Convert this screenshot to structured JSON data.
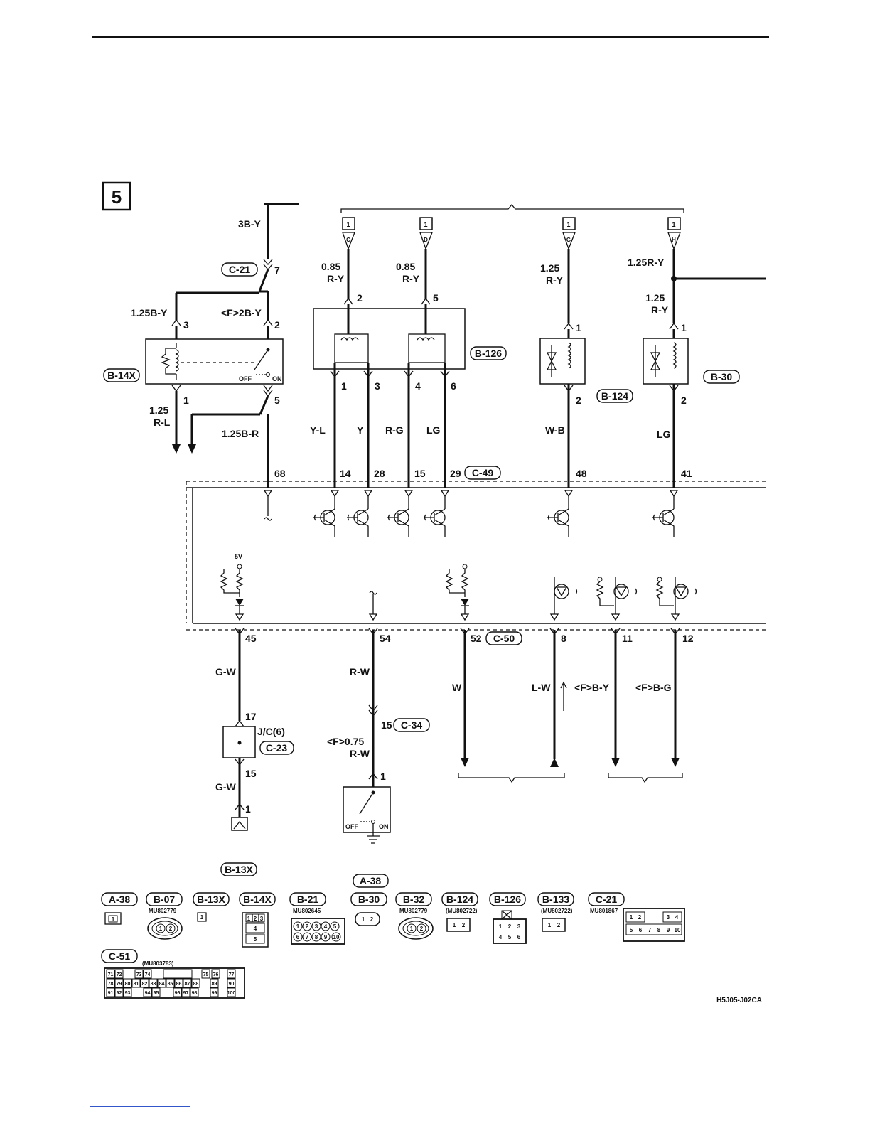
{
  "section_number": "5",
  "supply": {
    "wire_top": "3B-Y",
    "c21_connector": "C-21",
    "c21_pin_top": "7",
    "wire_f": "<F>2B-Y",
    "pin2": "2",
    "wire_125by": "1.25B-Y",
    "pin3": "3",
    "switch_connector": "B-14X",
    "off_label": "OFF",
    "on_label": "ON",
    "pin1": "1",
    "pin5": "5",
    "wire_125_rl": "1.25\nR-L",
    "wire_125br": "1.25B-R"
  },
  "connectors_top": [
    {
      "num": "1",
      "letter": "C",
      "gauge": "0.85",
      "color": "R-Y",
      "pin": "2"
    },
    {
      "num": "1",
      "letter": "D",
      "gauge": "0.85",
      "color": "R-Y",
      "pin": "5"
    },
    {
      "num": "1",
      "letter": "G",
      "gauge": "1.25",
      "color": "R-Y",
      "pin": "1"
    },
    {
      "num": "1",
      "letter": "H",
      "gauge_top": "1.25R-Y",
      "gauge": "1.25",
      "color": "R-Y",
      "pin": "1"
    }
  ],
  "relay_block": {
    "connector": "B-126",
    "pins": [
      "1",
      "3",
      "4",
      "6"
    ],
    "wires": [
      "Y-L",
      "Y",
      "R-G",
      "LG"
    ],
    "ecu_pins": [
      "14",
      "28",
      "15",
      "29"
    ]
  },
  "valve_b124": {
    "connector": "B-124",
    "pin_out": "2",
    "wire": "W-B",
    "ecu_pin": "48"
  },
  "valve_b30": {
    "connector": "B-30",
    "pin_out": "2",
    "wire": "LG",
    "ecu_pin": "41"
  },
  "ecu": {
    "connector_c49": "C-49",
    "pin68": "68",
    "five_volt": "5V",
    "connector_c50": "C-50",
    "lower_pins": [
      "45",
      "54",
      "52",
      "8",
      "11",
      "12"
    ]
  },
  "lower": {
    "gw1": "G-W",
    "jc_label": "J/C(6)",
    "c23": "C-23",
    "pin17": "17",
    "pin15": "15",
    "gw2": "G-W",
    "pin1": "1",
    "rw1": "R-W",
    "pin15b": "15",
    "c34": "C-34",
    "f075": "<F>0.75",
    "rw2": "R-W",
    "pin1b": "1",
    "off": "OFF",
    "on": "ON",
    "w": "W",
    "lw": "L-W",
    "fby": "<F>B-Y",
    "fbg": "<F>B-G"
  },
  "connector_key": {
    "b13x_top": "B-13X",
    "a38_top": "A-38",
    "labels": [
      "A-38",
      "B-07",
      "B-13X",
      "B-14X",
      "B-21",
      "B-30",
      "B-32",
      "B-124",
      "B-126",
      "B-133",
      "C-21"
    ],
    "part_b07": "MU802779",
    "part_b21": "MU802645",
    "part_b32": "MU802779",
    "part_b124": "(MU802722)",
    "part_b133": "(MU802722)",
    "part_c21": "MU801867",
    "c51": "C-51",
    "part_c51": "(MU803783)",
    "b14x_pins": [
      "1",
      "2",
      "3",
      "4",
      "5"
    ],
    "b21_pins": [
      "1",
      "2",
      "3",
      "4",
      "5",
      "6",
      "7",
      "8",
      "9",
      "10"
    ],
    "b126_pins": [
      "1",
      "2",
      "3",
      "4",
      "5",
      "6"
    ],
    "c21_pins": [
      "1",
      "2",
      "3",
      "4",
      "5",
      "6",
      "7",
      "8",
      "9",
      "10"
    ],
    "c51_row1": [
      "71",
      "72",
      "73",
      "74",
      "75",
      "76",
      "77"
    ],
    "c51_row2": [
      "78",
      "79",
      "80",
      "81",
      "82",
      "83",
      "84",
      "85",
      "86",
      "87",
      "88",
      "89",
      "90"
    ],
    "c51_row3": [
      "91",
      "92",
      "93",
      "94",
      "95",
      "96",
      "97",
      "98",
      "99",
      "100"
    ],
    "two_pin": [
      "1",
      "2"
    ]
  },
  "figure_code": "H5J05-J02CA"
}
